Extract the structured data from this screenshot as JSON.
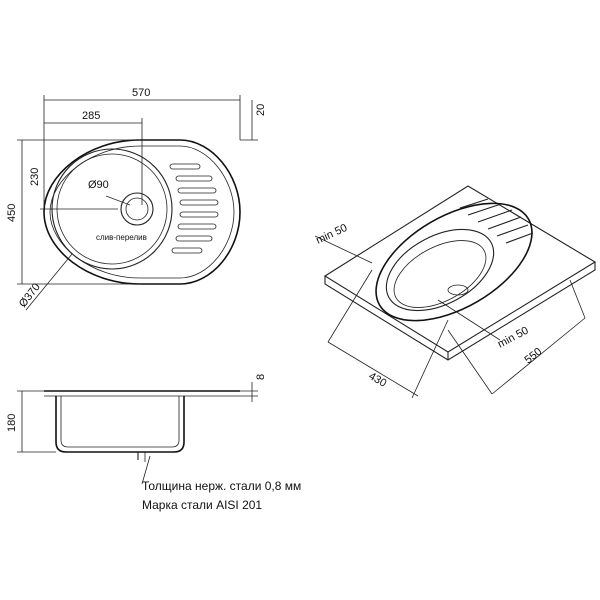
{
  "top_view": {
    "dim_width": "570",
    "dim_half_width": "285",
    "dim_height": "450",
    "dim_offset": "230",
    "dim_rim": "20",
    "drain_dia": "Ø90",
    "drain_label": "слив-перелив",
    "bowl_dia": "Ø370"
  },
  "side_view": {
    "dim_depth": "180",
    "dim_rim": "8"
  },
  "iso_view": {
    "min_left": "min 50",
    "min_right": "min 50",
    "cut_depth": "430",
    "cut_width": "550"
  },
  "notes": {
    "thickness": "Толщина нерж. стали 0,8 мм",
    "grade": "Марка стали AISI 201"
  },
  "colors": {
    "line": "#222222",
    "background": "#ffffff"
  }
}
